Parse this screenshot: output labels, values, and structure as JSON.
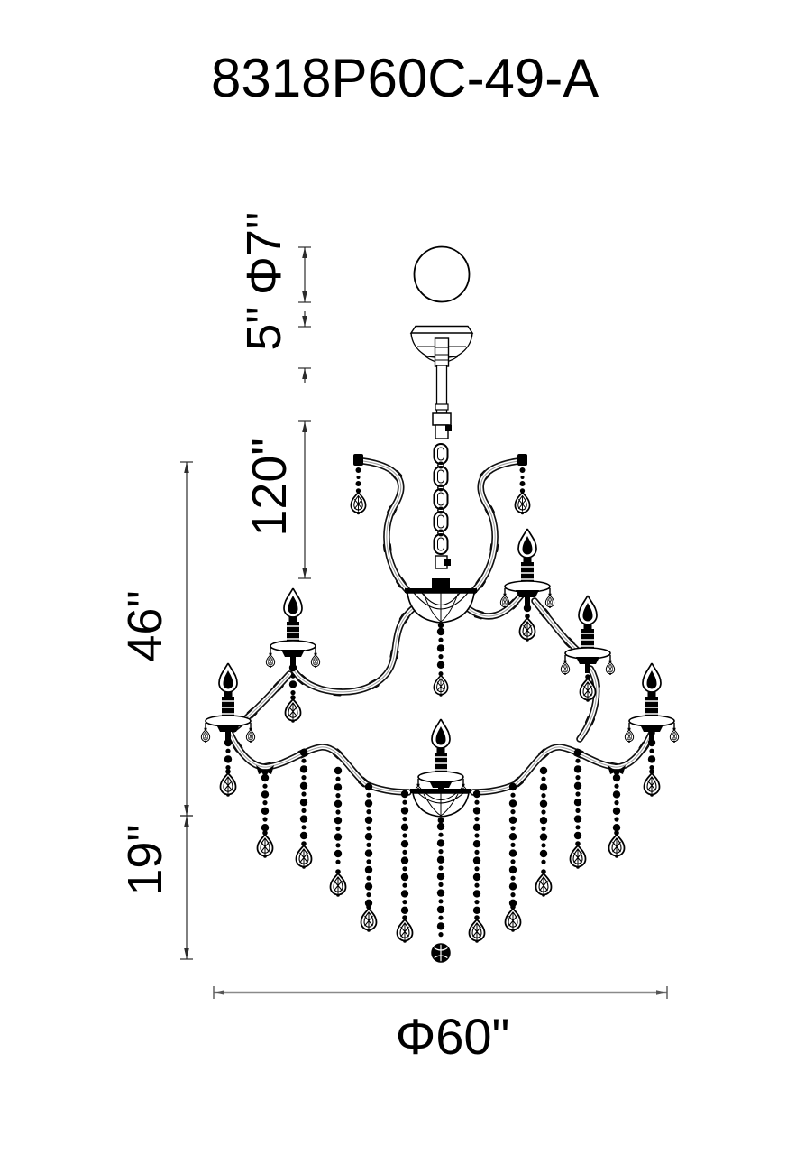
{
  "title": "8318P60C-49-A",
  "dimensions": {
    "ball_diameter": "Φ7\"",
    "canopy_height": "5\"",
    "suspension_length": "120\"",
    "body_height": "46\"",
    "lower_drop_height": "19\"",
    "overall_diameter": "Φ60\""
  },
  "colors": {
    "line": "#000000",
    "dimension_line": "#2b2b2b",
    "overall_diameter_line": "#8a8a8a",
    "background": "#ffffff"
  }
}
